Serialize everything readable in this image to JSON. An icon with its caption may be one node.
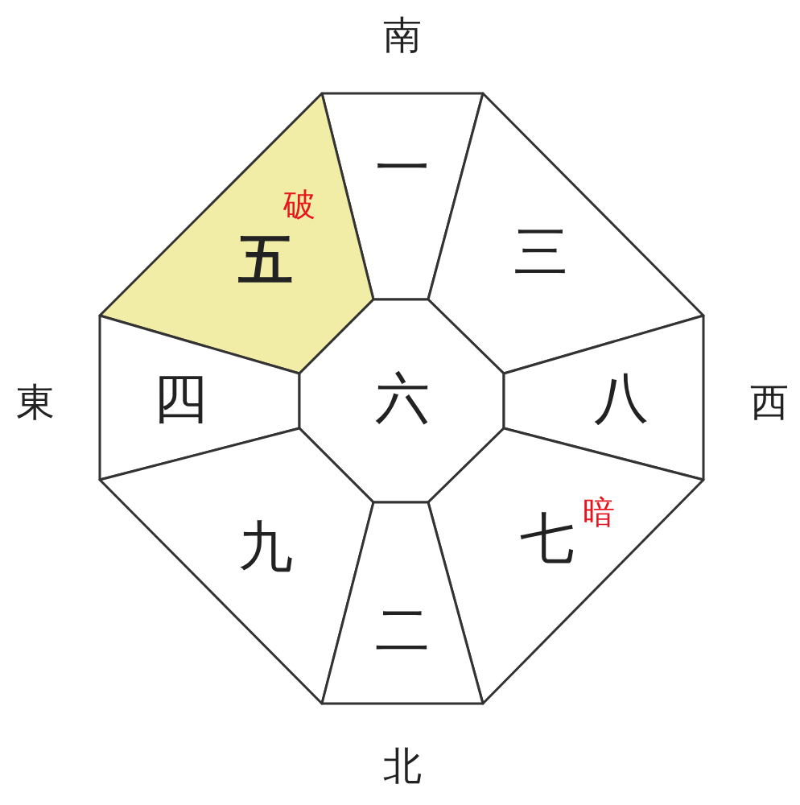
{
  "diagram": {
    "nodes": [
      {
        "text": [
          "一"
        ]
      },
      {
        "text": [
          "破",
          "五"
        ]
      },
      {
        "text": [
          "三"
        ]
      },
      {
        "text": [
          "四"
        ]
      },
      {
        "text": [
          "六"
        ]
      },
      {
        "text": [
          "八"
        ]
      },
      {
        "text": [
          "九"
        ]
      },
      {
        "text": [
          "暗",
          "七"
        ]
      },
      {
        "text": [
          "二"
        ]
      }
    ],
    "labels": [
      "南",
      "東",
      "西",
      "北"
    ]
  }
}
